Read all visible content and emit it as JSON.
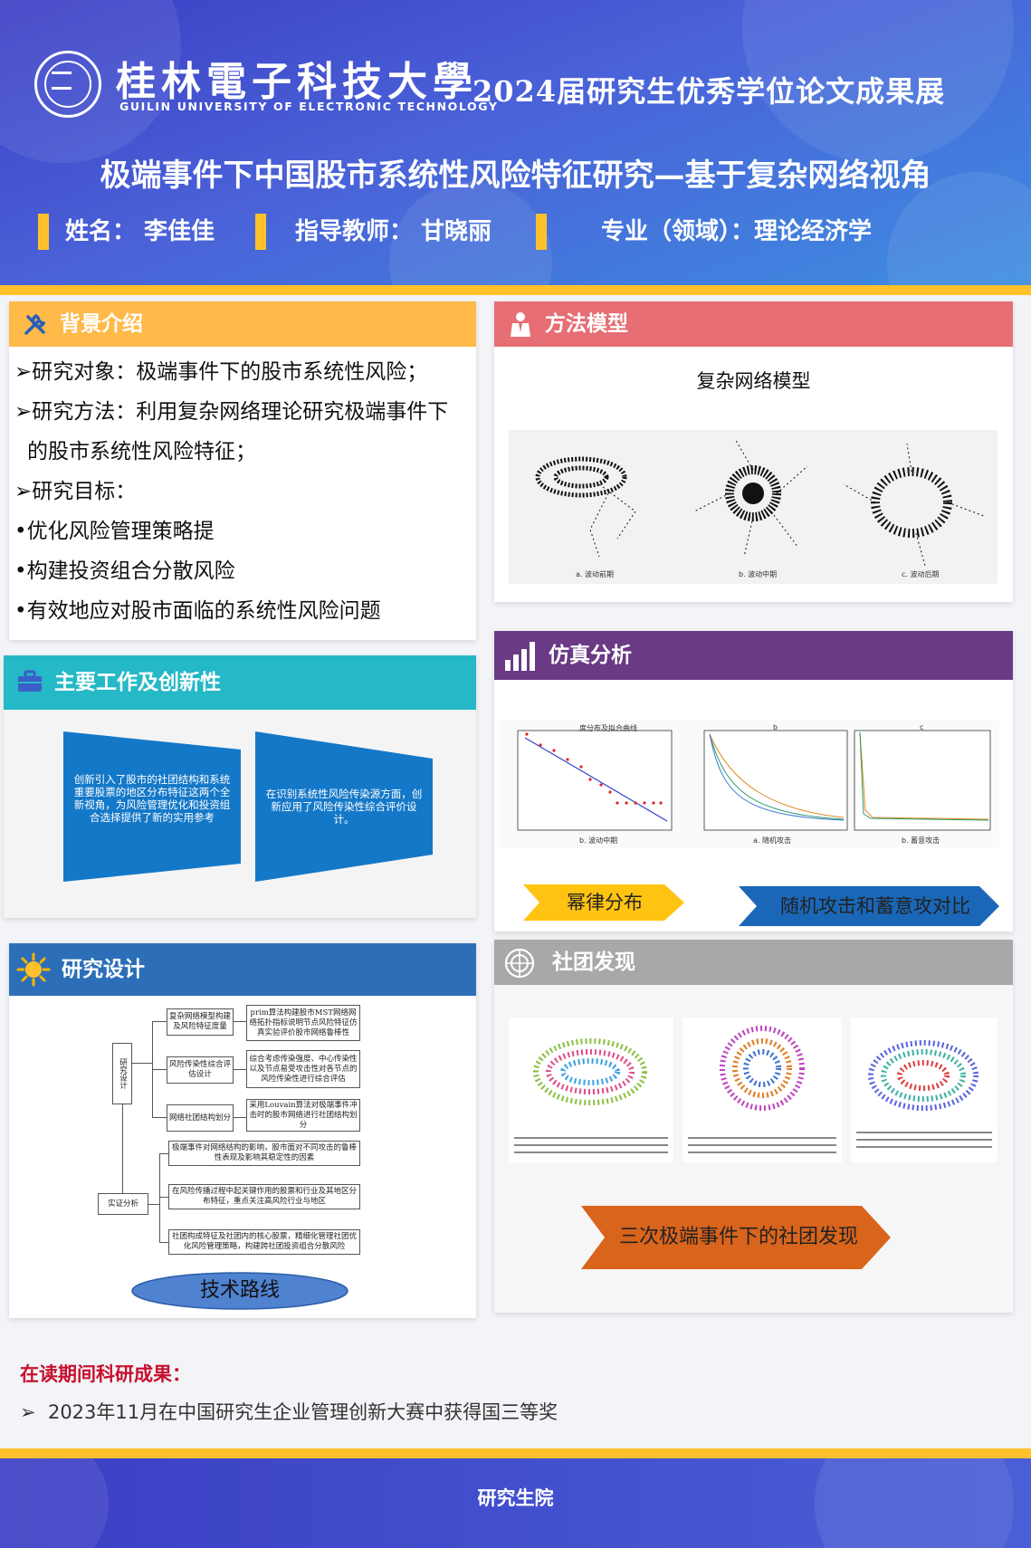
{
  "header": {
    "university_cn": "桂林電子科技大學",
    "university_en": "GUILIN UNIVERSITY OF ELECTRONIC TECHNOLOGY",
    "exhibition": "2024届研究生优秀学位论文成果展",
    "title": "极端事件下中国股市系统性风险特征研究—基于复杂网络视角",
    "name": "姓名：  李佳佳",
    "advisor": "指导教师：  甘晓丽",
    "major": "专业（领域）：理论经济学"
  },
  "background": {
    "heading": "背景介绍",
    "lines": [
      "➢研究对象：极端事件下的股市系统性风险；",
      "➢研究方法：利用复杂网络理论研究极端事件下",
      "的股市系统性风险特征；",
      "➢研究目标：",
      "•优化风险管理策略提",
      "•构建投资组合分散风险",
      "•有效地应对股市面临的系统性风险问题"
    ]
  },
  "main_work": {
    "heading": "主要工作及创新性",
    "box1": "创新引入了股市的社团结构和系统重要股票的地区分布特征这两个全新视角，为风险管理优化和投资组合选择提供了新的实用参考",
    "box2": "在识别系统性风险传染源方面，创新应用了风险传染性综合评价设计。"
  },
  "research_design": {
    "heading": "研究设计",
    "root": "研究设计",
    "left_items": [
      "复杂网络模型构建及风险特征度量",
      "风险传染性综合评估设计",
      "网络社团结构划分"
    ],
    "right_items": [
      "prim算法构建股市MST网络网络拓扑指标说明节点风险特征仿真实验评价股市网络鲁棒性",
      "综合考虑传染强度、中心传染性以及节点易受攻击性对各节点的风险传染性进行综合评估",
      "采用Louvain算法对极端事件冲击时的股市网络进行社团结构划分"
    ],
    "empirical": "实证分析",
    "empirical_items": [
      "极端事件对网络结构的影响，股市面对不同攻击的鲁棒性表现及影响其稳定性的因素",
      "在风险传播过程中起关键作用的股票和行业及其地区分布特征，重点关注高风险行业与地区",
      "社团构成特征及社团内的核心股票，精细化管理社团优化风险管理策略，构建跨社团投资组合分散风险"
    ],
    "tech_route": "技术路线"
  },
  "method": {
    "heading": "方法模型",
    "subtitle": "复杂网络模型",
    "captions": [
      "a. 波动前期",
      "b. 波动中期",
      "c. 波动后期"
    ]
  },
  "simulation": {
    "heading": "仿真分析",
    "chart_titles": [
      "度分布及拟合曲线",
      "b",
      "c"
    ],
    "chart_captions": [
      "b. 波动中期",
      "a. 随机攻击",
      "b. 蓄意攻击"
    ],
    "tag1": "幂律分布",
    "tag2": "随机攻击和蓄意攻对比"
  },
  "community": {
    "heading": "社团发现",
    "tag": "三次极端事件下的社团发现"
  },
  "achievements": {
    "heading": "在读期间科研成果：",
    "item": "2023年11月在中国研究生企业管理创新大赛中获得国三等奖"
  },
  "footer": {
    "text": "研究生院"
  },
  "colors": {
    "header_blue": "#3b3fc4",
    "accent_yellow": "#ffc12b",
    "background_orange": "#ffba4a",
    "mainwork_teal": "#25b8c7",
    "design_blue": "#2c6fb8",
    "method_red": "#e66e74",
    "simulation_purple": "#6a3a85",
    "community_gray": "#a8a8a8",
    "box_blue": "#1478c8",
    "achievement_red": "#c8102e"
  },
  "icons": {
    "background": "wrench-icon",
    "main_work": "briefcase-icon",
    "research_design": "sun-icon",
    "method": "person-icon",
    "simulation": "bar-chart-icon",
    "community": "globe-icon"
  }
}
